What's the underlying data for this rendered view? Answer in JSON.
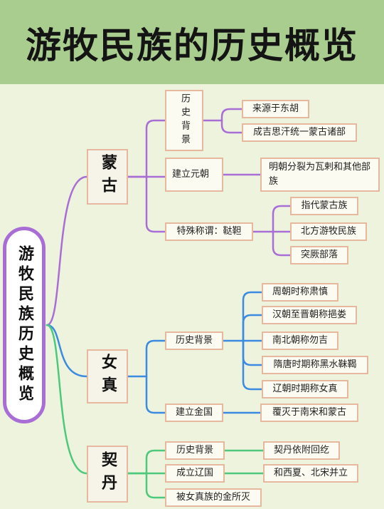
{
  "title": "游牧民族的历史概览",
  "root": {
    "label": "游牧民族历史概览"
  },
  "groups": [
    {
      "label": "蒙古",
      "color": "#a86ed6",
      "topics": [
        {
          "label": "历史背景",
          "leaves": [
            "来源于东胡",
            "成吉思汗统一蒙古诸部"
          ]
        },
        {
          "label": "建立元朝",
          "leaves": [
            "明朝分裂为瓦剌和其他部族"
          ]
        },
        {
          "label": "特殊称谓：鞑靼",
          "leaves": [
            "指代蒙古族",
            "北方游牧民族",
            "突厥部落"
          ]
        }
      ]
    },
    {
      "label": "女真",
      "color": "#3b8be0",
      "topics": [
        {
          "label": "历史背景",
          "leaves": [
            "周朝时称肃慎",
            "汉朝至晋朝称挹娄",
            "南北朝称勿吉",
            "隋唐时期称黑水靺鞨",
            "辽朝时期称女真"
          ]
        },
        {
          "label": "建立金国",
          "leaves": [
            "覆灭于南宋和蒙古"
          ]
        }
      ]
    },
    {
      "label": "契丹",
      "color": "#4cc97a",
      "topics": [
        {
          "label": "历史背景",
          "leaves": [
            "契丹依附回纥"
          ]
        },
        {
          "label": "成立辽国",
          "leaves": [
            "和西夏、北宋并立"
          ]
        },
        {
          "label": "被女真族的金所灭",
          "leaves": []
        }
      ]
    }
  ]
}
